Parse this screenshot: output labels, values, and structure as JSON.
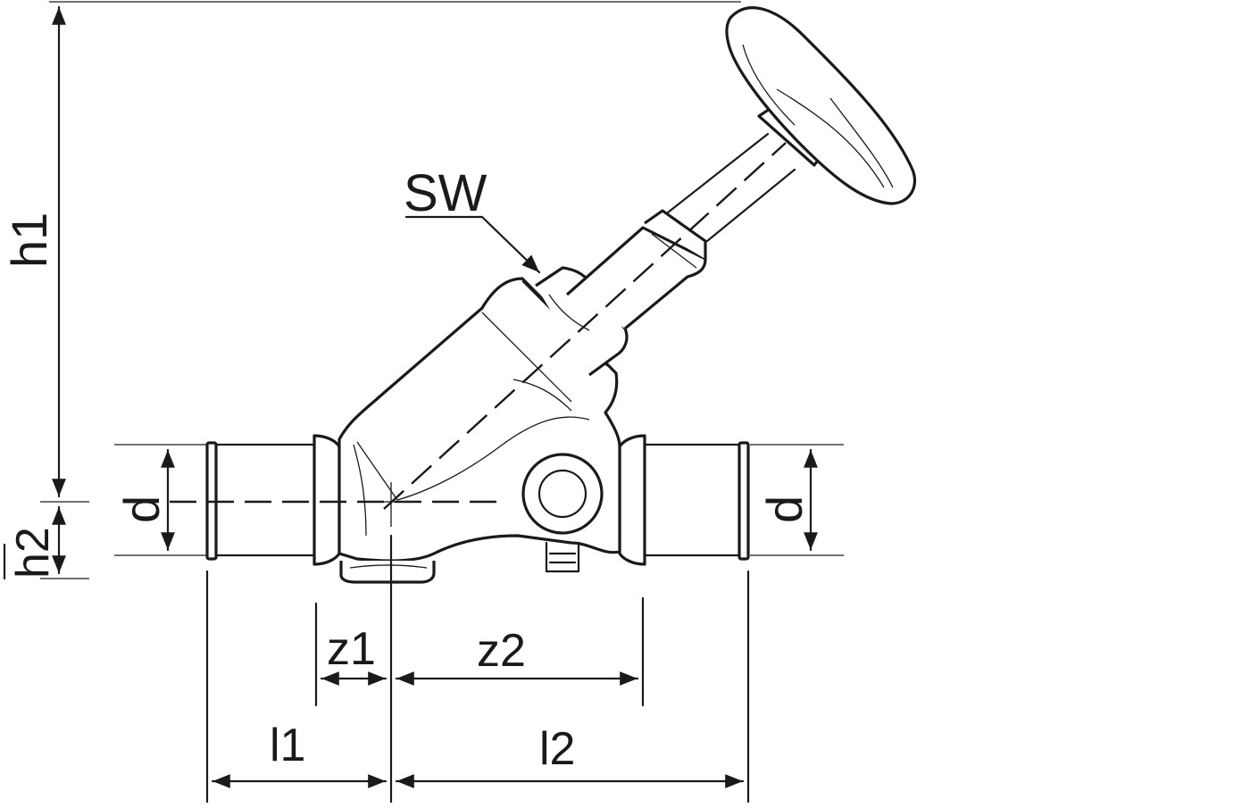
{
  "labels": {
    "sw": "SW",
    "h1": "h1",
    "h2": "h2",
    "d_left": "d",
    "d_right": "d",
    "z1": "z1",
    "z2": "z2",
    "l1": "l1",
    "l2": "l2"
  },
  "colors": {
    "line": "#1a1a1a",
    "background": "#ffffff"
  }
}
